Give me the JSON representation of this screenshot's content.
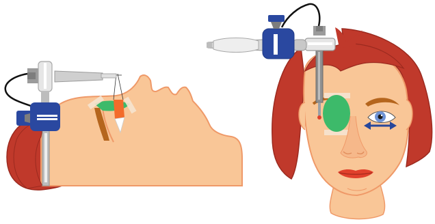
{
  "figure": {
    "panels": [
      {
        "id": "side-view",
        "view": "lateral profile"
      },
      {
        "id": "front-view",
        "view": "frontal"
      }
    ],
    "colors": {
      "skin": "#f9c697",
      "skin_outline": "#ef9968",
      "hair": "#c0392b",
      "hair_dark": "#9b2a1f",
      "device_blue": "#2a48a0",
      "device_gray": "#c8c8c8",
      "device_dark": "#7d7d7d",
      "applicator_green": "#3dba6a",
      "tape": "#f5e3cf",
      "needle_orange": "#f36b2a",
      "iris_blue": "#6f94d6",
      "lips": "#e1412c",
      "arrow_blue": "#27479b",
      "cable": "#111111"
    },
    "icons": [
      "double-headed-arrow-icon"
    ]
  }
}
